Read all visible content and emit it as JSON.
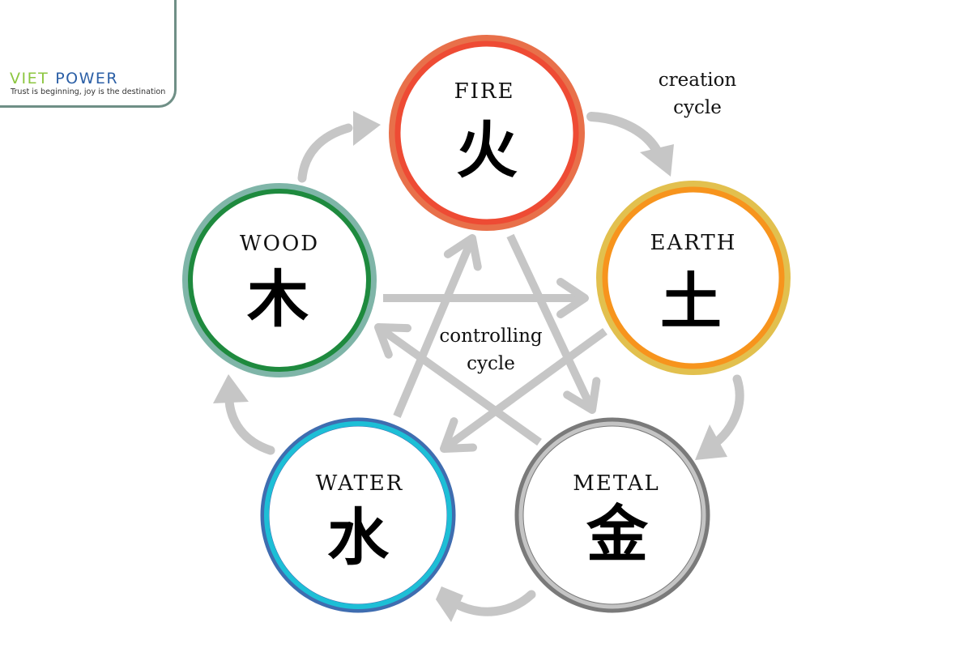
{
  "logo": {
    "brand_part1": "VIET",
    "brand_part2": "POWER",
    "tagline": "Trust is beginning, joy is the destination",
    "colors": {
      "sun": "#8cc63f",
      "figure": "#2b5fa6",
      "border": "#6f8f86"
    }
  },
  "labels": {
    "creation_line1": "creation",
    "creation_line2": "cycle",
    "controlling_line1": "controlling",
    "controlling_line2": "cycle"
  },
  "elements": [
    {
      "id": "fire",
      "name": "FIRE",
      "glyph": "火",
      "outer_color": "#e8704a",
      "inner_color": "#ee4b34",
      "mid_color": null
    },
    {
      "id": "earth",
      "name": "EARTH",
      "glyph": "土",
      "outer_color": "#e2c04e",
      "inner_color": "#f7941d",
      "mid_color": null
    },
    {
      "id": "metal",
      "name": "METAL",
      "glyph": "金",
      "outer_color": "#7a7a7a",
      "inner_color": "#7a7a7a",
      "mid_color": "#c4c4c4"
    },
    {
      "id": "water",
      "name": "WATER",
      "glyph": "水",
      "outer_color": "#3f6db0",
      "inner_color": "#3f6db0",
      "mid_color": "#1dbfd6"
    },
    {
      "id": "wood",
      "name": "WOOD",
      "glyph": "木",
      "outer_color": "#7fb5a8",
      "inner_color": "#1e8a3e",
      "mid_color": null
    }
  ],
  "creation_cycle": [
    "WOOD → FIRE",
    "FIRE → EARTH",
    "EARTH → METAL",
    "METAL → WATER",
    "WATER → WOOD"
  ],
  "controlling_cycle": [
    "WOOD → EARTH",
    "EARTH → WATER",
    "WATER → FIRE",
    "FIRE → METAL",
    "METAL → WOOD"
  ],
  "arrow_color": "#c6c6c6"
}
